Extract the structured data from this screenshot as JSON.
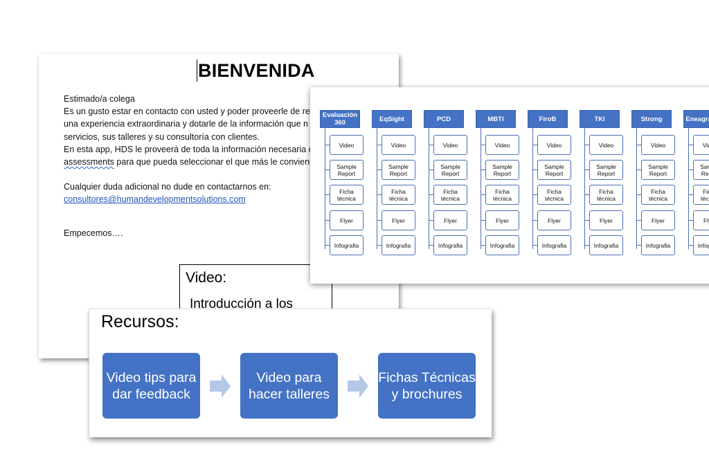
{
  "welcome_doc": {
    "title": "BIENVENIDA",
    "greeting": "Estimado/a colega",
    "line1": "Es un gusto estar en contacto con usted y poder proveerle de re",
    "line2": "una experiencia extraordinaria y dotarle de la información que n",
    "line3": "servicios, sus talleres y su consultoría con clientes.",
    "line4": "En esta app, HDS le proveerá de toda la información necesaria d",
    "line5_word": "assessments",
    "line5_rest": " para que pueda seleccionar el que más le convienen",
    "contact_line": "Cualquier duda adicional no dude en contactarnos en:",
    "email": "consultores@humandevelopmentsolutions.com",
    "closing": "Empecemos…."
  },
  "video_box": {
    "title": "Video:",
    "subtitle": "Introducción a los"
  },
  "assessments": {
    "columns": [
      {
        "name": "Evaluación 360",
        "items": [
          "Video",
          "Sample Report",
          "Ficha técnica",
          "Flyer",
          "Infografia"
        ]
      },
      {
        "name": "EqSight",
        "items": [
          "Video",
          "Sample Report",
          "Ficha técnica",
          "Flyer",
          "Infografia"
        ]
      },
      {
        "name": "PCD",
        "items": [
          "Video",
          "Sample Report",
          "Ficha técnica",
          "Flyer",
          "Infografia"
        ]
      },
      {
        "name": "MBTI",
        "items": [
          "Video",
          "Sample Report",
          "Ficha técnica",
          "Flyer",
          "Infografia"
        ]
      },
      {
        "name": "FiroB",
        "items": [
          "Video",
          "Sample Report",
          "Ficha técnica",
          "Flyer",
          "Infografia"
        ]
      },
      {
        "name": "TKI",
        "items": [
          "Video",
          "Sample Report",
          "Ficha técnica",
          "Flyer",
          "Infografia"
        ]
      },
      {
        "name": "Strong",
        "items": [
          "Video",
          "Sample Report",
          "Ficha técnica",
          "Flyer",
          "Infografia"
        ]
      },
      {
        "name": "Eneagrama",
        "items": [
          "Video",
          "Sample Report",
          "Ficha técnica",
          "Flyer",
          "Infografia"
        ]
      }
    ]
  },
  "recursos": {
    "title": "Recursos:",
    "steps": [
      "Video tips para dar feedback",
      "Video para hacer talleres",
      "Fichas Técnicas y brochures"
    ]
  },
  "colors": {
    "accent_blue": "#4472c4",
    "arrow_blue": "#b4c7e7",
    "link_blue": "#1f56b8"
  }
}
